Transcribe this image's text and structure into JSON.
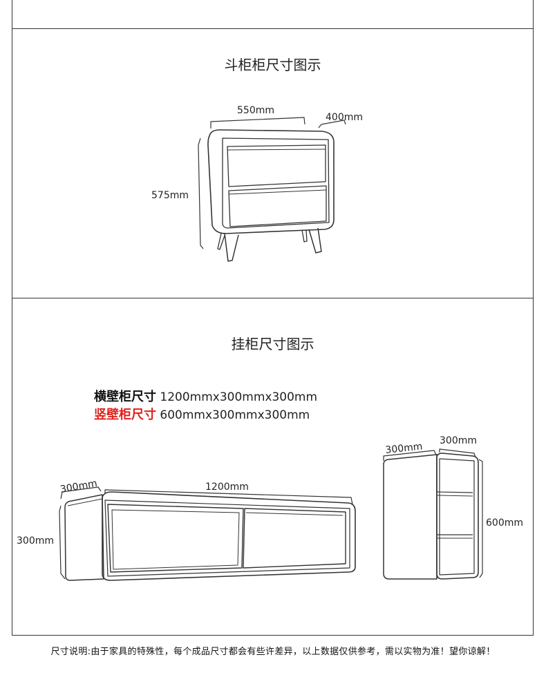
{
  "sections": {
    "drawer_chest": {
      "title": "斗柜柜尺寸图示",
      "width": "550mm",
      "depth": "400mm",
      "height": "575mm"
    },
    "wall_cabinet": {
      "title": "挂柜尺寸图示",
      "horizontal_label": "横壁柜尺寸",
      "horizontal_value": "1200mmx300mmx300mm",
      "vertical_label": "竖壁柜尺寸",
      "vertical_value": "600mmx300mmx300mm",
      "h_depth": "300mm",
      "h_width": "1200mm",
      "h_height": "300mm",
      "v_width": "300mm",
      "v_depth": "300mm",
      "v_height": "600mm"
    }
  },
  "footer": "尺寸说明:由于家具的特殊性，每个成品尺寸都会有些许差异，以上数据仅供参考，需以实物为准！望你谅解！",
  "colors": {
    "accent_red": "#e0201c",
    "line": "#333333"
  }
}
